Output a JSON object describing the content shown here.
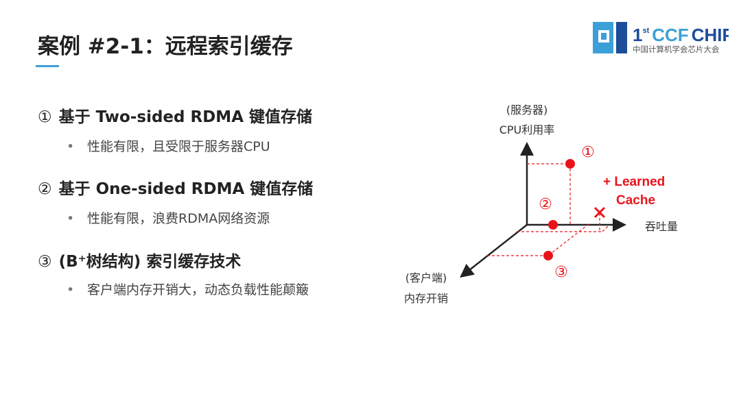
{
  "title": "案例 #2-1：远程索引缓存",
  "logo": {
    "edition": "1",
    "sup": "st",
    "name": "CCF CHIP",
    "subtitle": "中国计算机学会芯片大会"
  },
  "items": [
    {
      "num": "①",
      "title": "基于 Two-sided RDMA 键值存储",
      "bullet": "性能有限，且受限于服务器CPU"
    },
    {
      "num": "②",
      "title": "基于 One-sided RDMA 键值存储",
      "bullet": "性能有限，浪费RDMA网络资源"
    },
    {
      "num": "③",
      "title": "(B⁺树结构) 索引缓存技术",
      "bullet": "客户端内存开销大，动态负载性能颠簸"
    }
  ],
  "bullet_symbol": "•",
  "diagram": {
    "y_label_1": "(服务器)",
    "y_label_2": "CPU利用率",
    "x_label": "吞吐量",
    "z_label_1": "(客户端)",
    "z_label_2": "内存开销",
    "p1": "①",
    "p2": "②",
    "p3": "③",
    "learned_1": "+ Learned",
    "learned_2": "Cache",
    "accent": "#e8141b"
  }
}
